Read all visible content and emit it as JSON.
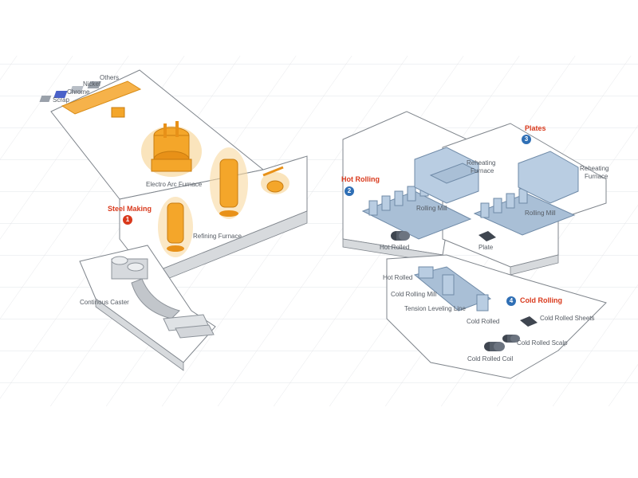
{
  "colors": {
    "accent_red": "#d9391c",
    "accent_blue": "#2f6fb5",
    "equipment_orange": "#f4a62a",
    "equipment_blue": "#a9bfd6",
    "equipment_gray": "#c9ccd0",
    "platform_edge": "#7f858c"
  },
  "sections": {
    "steel_making": {
      "number": "1",
      "title": "Steel Making"
    },
    "hot_rolling": {
      "number": "2",
      "title": "Hot Rolling"
    },
    "plates": {
      "number": "3",
      "title": "Plates"
    },
    "cold_rolling": {
      "number": "4",
      "title": "Cold Rolling"
    }
  },
  "labels": {
    "others": "Others",
    "nickel": "Nickel",
    "chrome": "Chrome",
    "scrap": "Scrap",
    "electro_arc_furnace": "Electro Arc Furnace",
    "refining_furnace": "Refining Furnace",
    "continous_caster": "Continous Caster",
    "reheating_furnace_1_line1": "Reheating",
    "reheating_furnace_1_line2": "Furnace",
    "rolling_mill_1": "Rolling Mill",
    "hot_rolled_1": "Hot Rolled",
    "reheating_furnace_2_line1": "Reheating",
    "reheating_furnace_2_line2": "Furnace",
    "rolling_mill_2": "Rolling Mill",
    "plate": "Plate",
    "hot_rolled_2": "Hot Rolled",
    "cold_rolling_mill": "Cold Rolling Mill",
    "tension_leveling_line": "Tension Leveling Line",
    "cold_rolled": "Cold Rolled",
    "cold_rolled_sheets": "Cold Rolled Sheets",
    "cold_rolled_scalp": "Cold Rolled Scalp",
    "cold_rolled_coil": "Cold Rolled Coil"
  }
}
